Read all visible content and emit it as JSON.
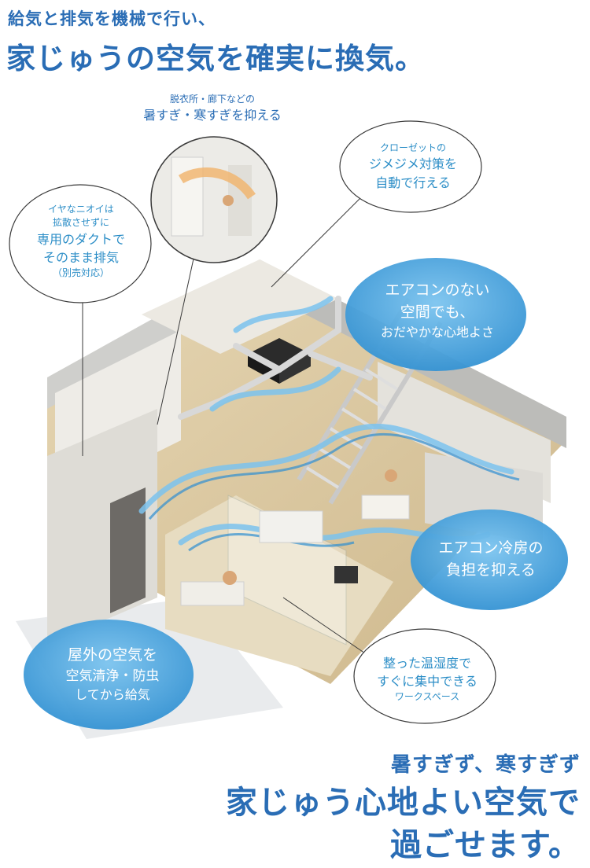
{
  "header": {
    "subtitle": "給気と排気を機械で行い、",
    "title": "家じゅうの空気を確実に換気。"
  },
  "callouts": {
    "hallway": {
      "line1": "脱衣所・廊下などの",
      "line2": "暑すぎ・寒すぎを抑える"
    },
    "closet": {
      "line1": "クローゼットの",
      "line2": "ジメジメ対策を",
      "line3": "自動で行える"
    },
    "odor": {
      "line1": "イヤなニオイは",
      "line2": "拡散させずに",
      "line3": "専用のダクトで",
      "line4": "そのまま排気",
      "line5": "（別売対応）"
    },
    "aircon_free": {
      "line1": "エアコンのない",
      "line2": "空間でも、",
      "line3": "おだやかな心地よさ"
    },
    "cooling": {
      "line1": "エアコン冷房の",
      "line2": "負担を抑える"
    },
    "outdoor": {
      "line1": "屋外の空気を",
      "line2": "空気清浄・防虫",
      "line3": "してから給気"
    },
    "workspace": {
      "line1": "整った温湿度で",
      "line2": "すぐに集中できる",
      "line3": "ワークスペース"
    }
  },
  "footer": {
    "subtitle": "暑すぎず、寒すぎず",
    "line1": "家じゅう心地よい空気で",
    "line2": "過ごせます。"
  },
  "colors": {
    "accent": "#2a6db5",
    "bubble_blue": "#4aa3dc",
    "wall": "#e9e7e2",
    "floor": "#d9c7a1"
  }
}
